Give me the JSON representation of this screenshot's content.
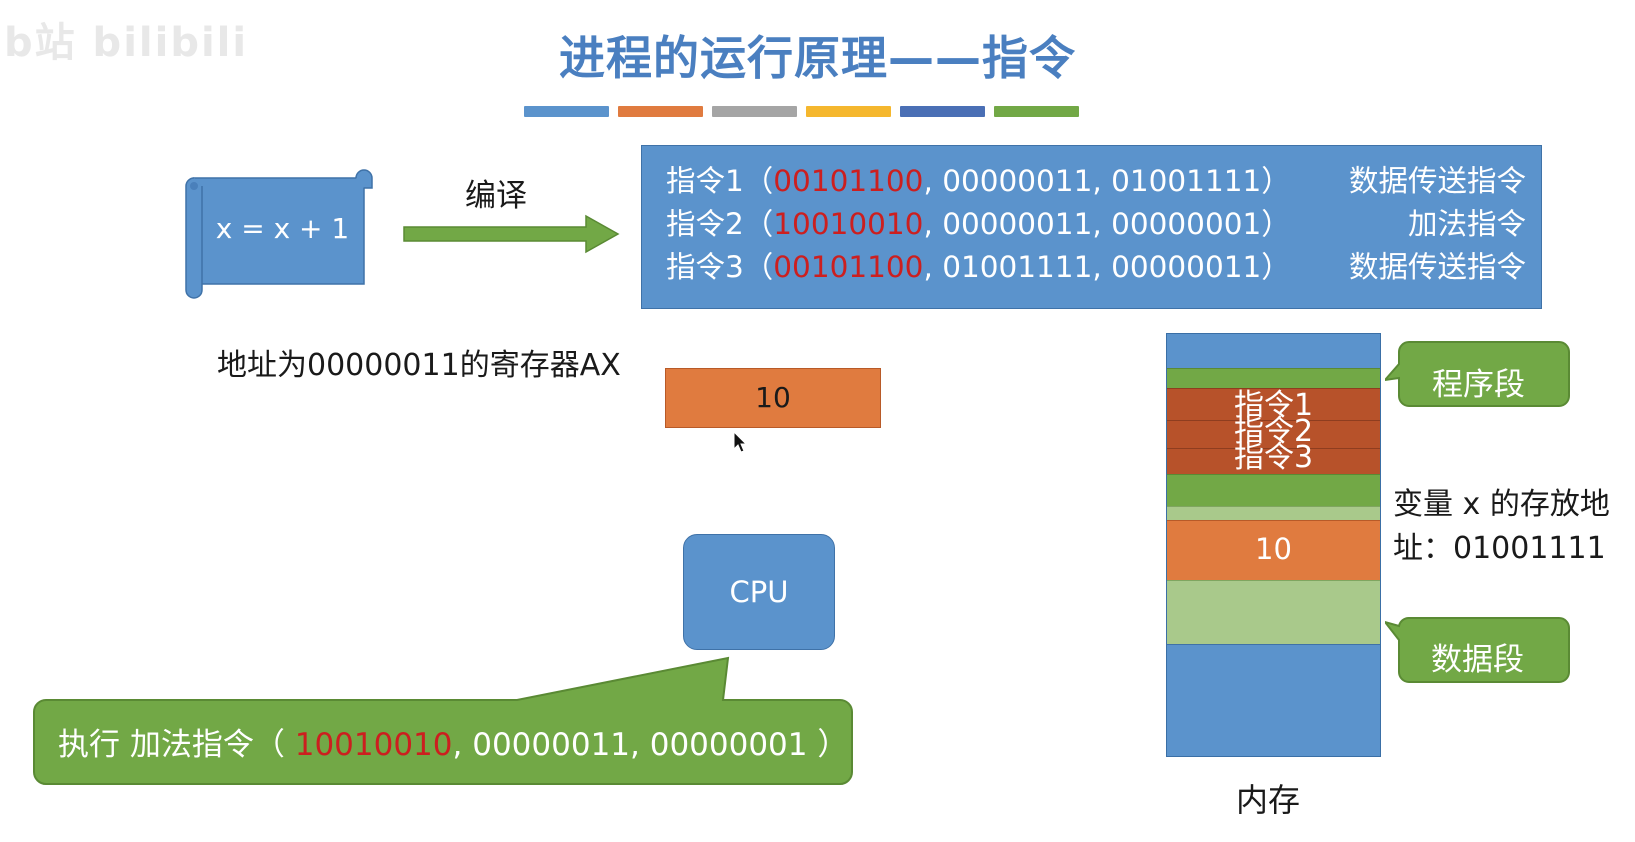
{
  "watermark": "b站 bilibili",
  "title": "进程的运行原理——指令",
  "title_bar_colors": [
    "#5b93cc",
    "#e07b3f",
    "#a5a5a5",
    "#f5b72e",
    "#4a6fb5",
    "#72a846"
  ],
  "source": {
    "code": "x = x + 1"
  },
  "compile_label": "编译",
  "instructions": [
    {
      "label": "指令1（",
      "opcode": "00101100",
      "operands": ", 00000011, 01001111）",
      "name": "数据传送指令"
    },
    {
      "label": "指令2（",
      "opcode": "10010010",
      "operands": ", 00000011, 00000001）",
      "name": "加法指令"
    },
    {
      "label": "指令3（",
      "opcode": "00101100",
      "operands": ", 01001111, 00000011）",
      "name": "数据传送指令"
    }
  ],
  "register": {
    "label": "地址为00000011的寄存器AX",
    "value": "10"
  },
  "cpu": {
    "label": "CPU"
  },
  "execute": {
    "prefix": "执行 加法指令（ ",
    "opcode": "10010010",
    "operands": ", 00000011, 00000001 ）"
  },
  "memory": {
    "label": "内存",
    "instr_labels": [
      "指令1",
      "指令2",
      "指令3"
    ],
    "data_value": "10",
    "program_segment": "程序段",
    "data_segment": "数据段",
    "variable_note_line1": "变量 x 的存放地",
    "variable_note_line2": "址：01001111"
  },
  "colors": {
    "blue": "#5b93cc",
    "orange": "#e07b3f",
    "dark_orange": "#b7522a",
    "green": "#72a846",
    "light_green": "#a9c98b",
    "red": "#cc1f1f"
  }
}
